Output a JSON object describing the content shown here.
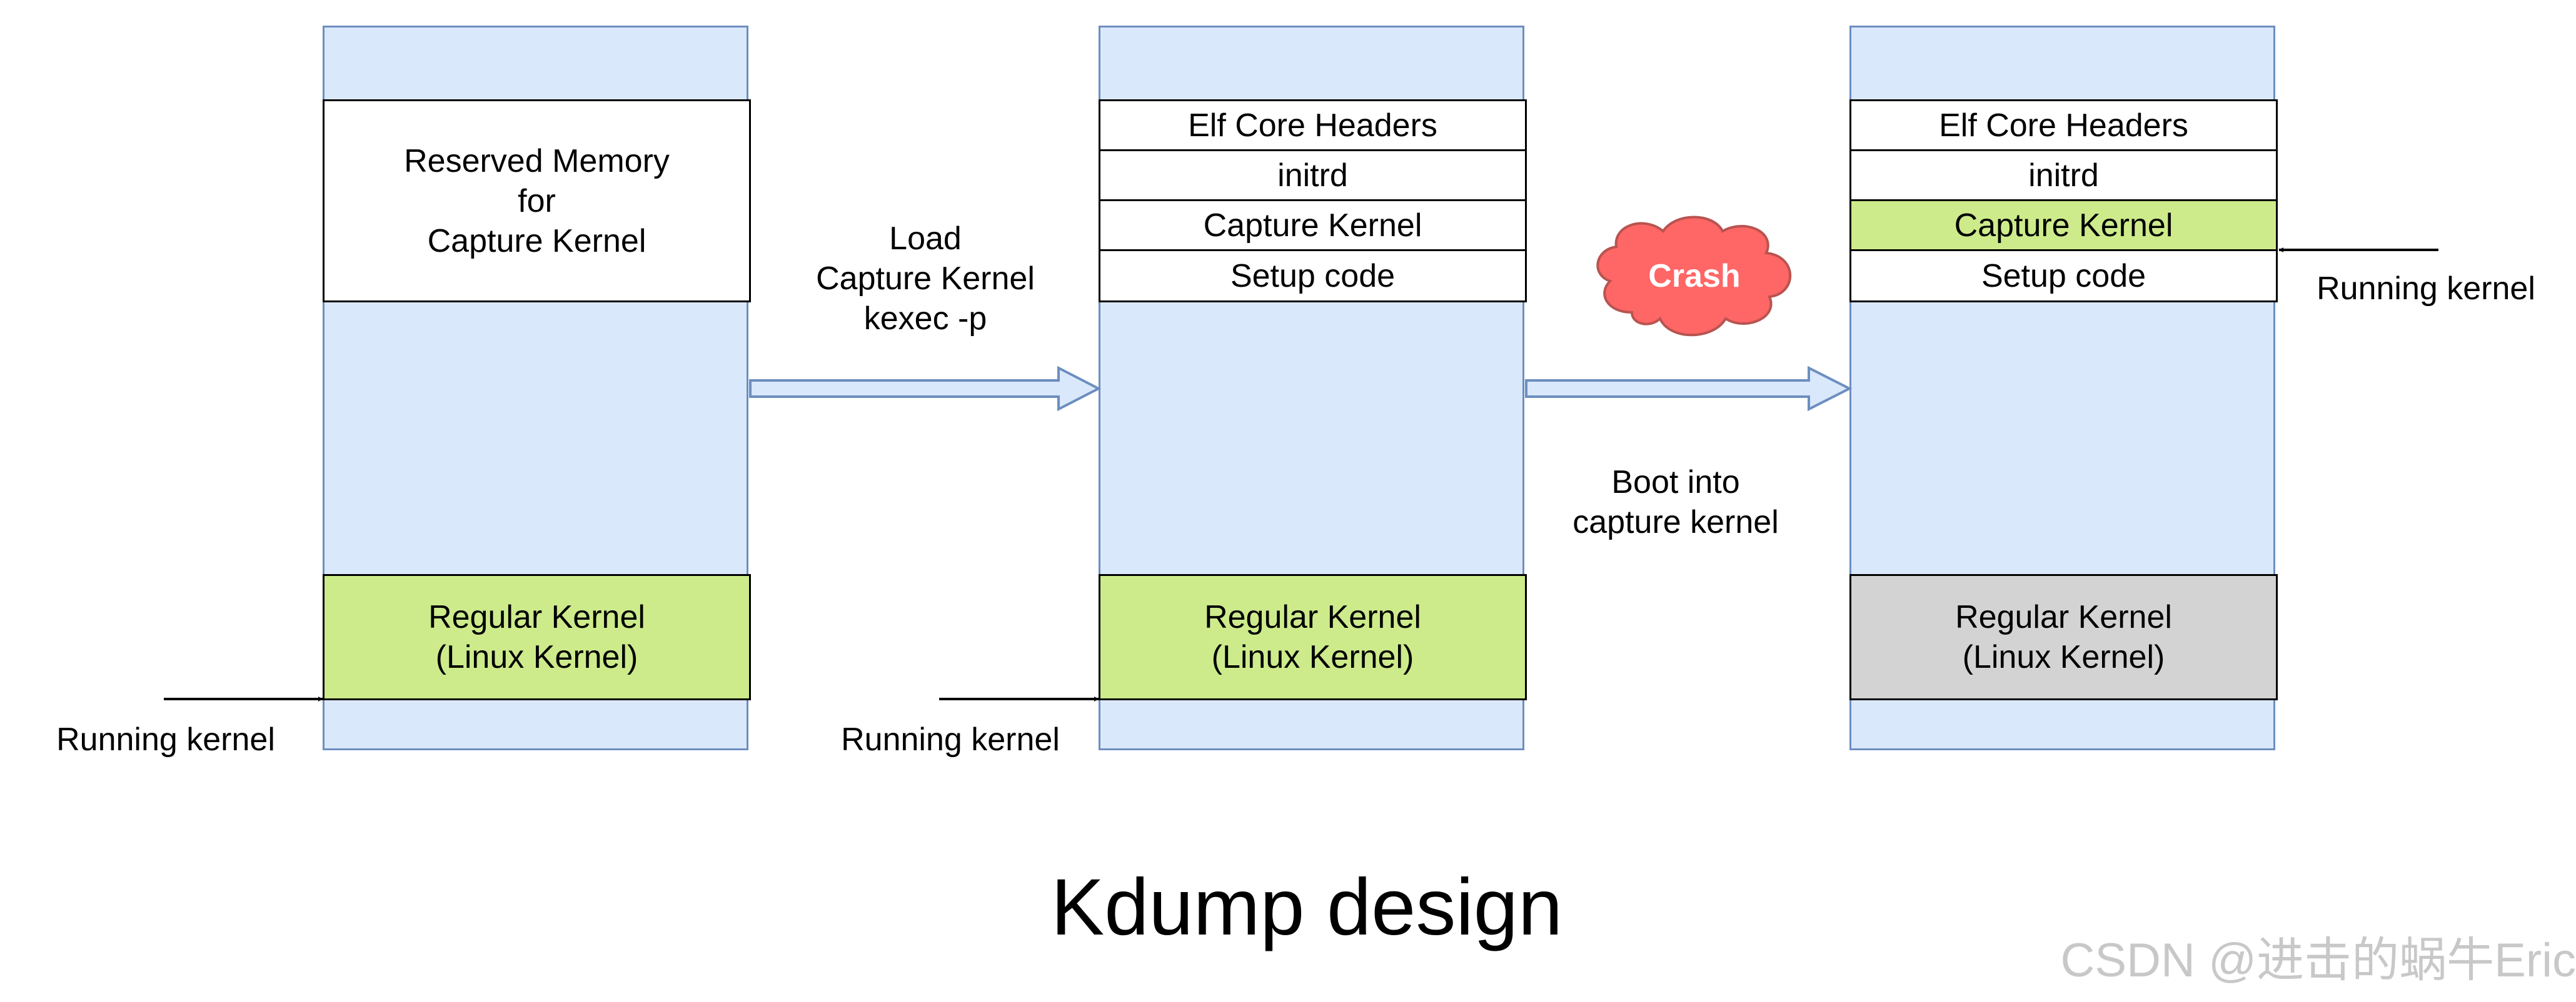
{
  "columns": [
    {
      "reserved_label": "Reserved Memory\nfor\nCapture Kernel",
      "kernel_label": "Regular Kernel\n(Linux Kernel)",
      "running_label": "Running kernel"
    },
    {
      "rows": [
        "Elf Core Headers",
        "initrd",
        "Capture Kernel",
        "Setup code"
      ],
      "kernel_label": "Regular Kernel\n(Linux Kernel)",
      "running_label": "Running kernel"
    },
    {
      "rows": [
        "Elf Core Headers",
        "initrd",
        "Capture Kernel",
        "Setup code"
      ],
      "kernel_label": "Regular Kernel\n(Linux Kernel)",
      "running_label": "Running kernel"
    }
  ],
  "transitions": {
    "load": "Load\nCapture Kernel\nkexec -p",
    "crash": "Crash",
    "boot": "Boot into\ncapture kernel"
  },
  "title": "Kdump design",
  "watermark": "CSDN @进击的蜗牛Eric",
  "colors": {
    "memory_fill": "#dae8fc",
    "memory_border": "#6c8ebf",
    "active_kernel": "#cdeb8b",
    "inactive_kernel": "#d3d3d3",
    "crash_cloud": "#ff6666",
    "crash_cloud_border": "#b85450"
  }
}
